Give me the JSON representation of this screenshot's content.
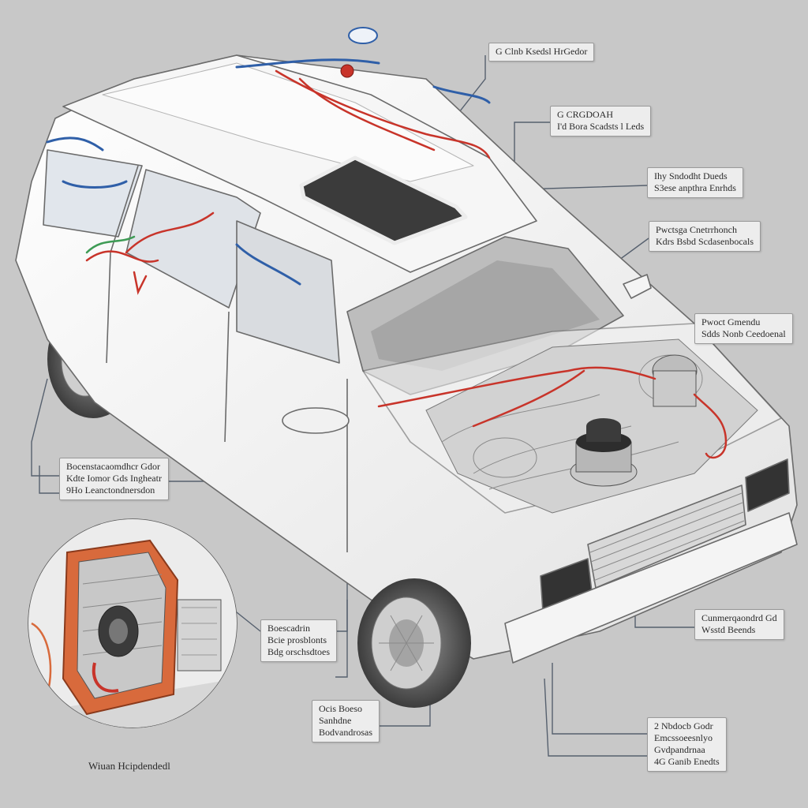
{
  "callouts": [
    {
      "id": "c1",
      "lines": [
        "G  Clnb Ksedsl HrGedor",
        ""
      ]
    },
    {
      "id": "c2",
      "lines": [
        "G  CRGDOAH",
        "I'd  Bora Scadsts l Leds"
      ]
    },
    {
      "id": "c3",
      "lines": [
        "Ihy  Sndodht Dueds",
        "S3ese anpthra Enrhds"
      ]
    },
    {
      "id": "c4",
      "lines": [
        "Pwctsga  Cnetrrhonch",
        "Kdrs  Bsbd Scdasenbocals"
      ]
    },
    {
      "id": "c5",
      "lines": [
        "Pwoct Gmendu",
        "Sdds  Nonb Ceedoenal"
      ]
    },
    {
      "id": "c6",
      "lines": [
        "Bocenstacaomdhcr Gdor",
        "Kdte Iomor Gds Ingheatr",
        "9Ho  Leanctondnersdon"
      ]
    },
    {
      "id": "c7",
      "lines": [
        "Boescadrin",
        "Bcie prosblonts",
        "Bdg orschsdtoes"
      ]
    },
    {
      "id": "c8",
      "lines": [
        "Ocis Boeso",
        "Sanhdne",
        "Bodvandrosas"
      ]
    },
    {
      "id": "c9",
      "lines": [
        "Cunmerqaondrd Gd",
        "Wsstd Beends"
      ]
    },
    {
      "id": "c10",
      "lines": [
        "2  Nbdocb Godr",
        "Emcssoeesnlyo",
        "Gvdpandrnaa",
        "4G  Ganib Enedts"
      ]
    }
  ],
  "inset_caption": "Wiuan Hcipdendedl",
  "colors": {
    "wire_red": "#c8342a",
    "wire_blue": "#2f5fa8",
    "wire_green": "#3e9b55",
    "frame_orange": "#d86a3c",
    "leader": "#56606e"
  },
  "icons": [
    "car-cutaway-illustration",
    "engine-bay",
    "sunroof",
    "wheel",
    "detail-magnifier"
  ]
}
